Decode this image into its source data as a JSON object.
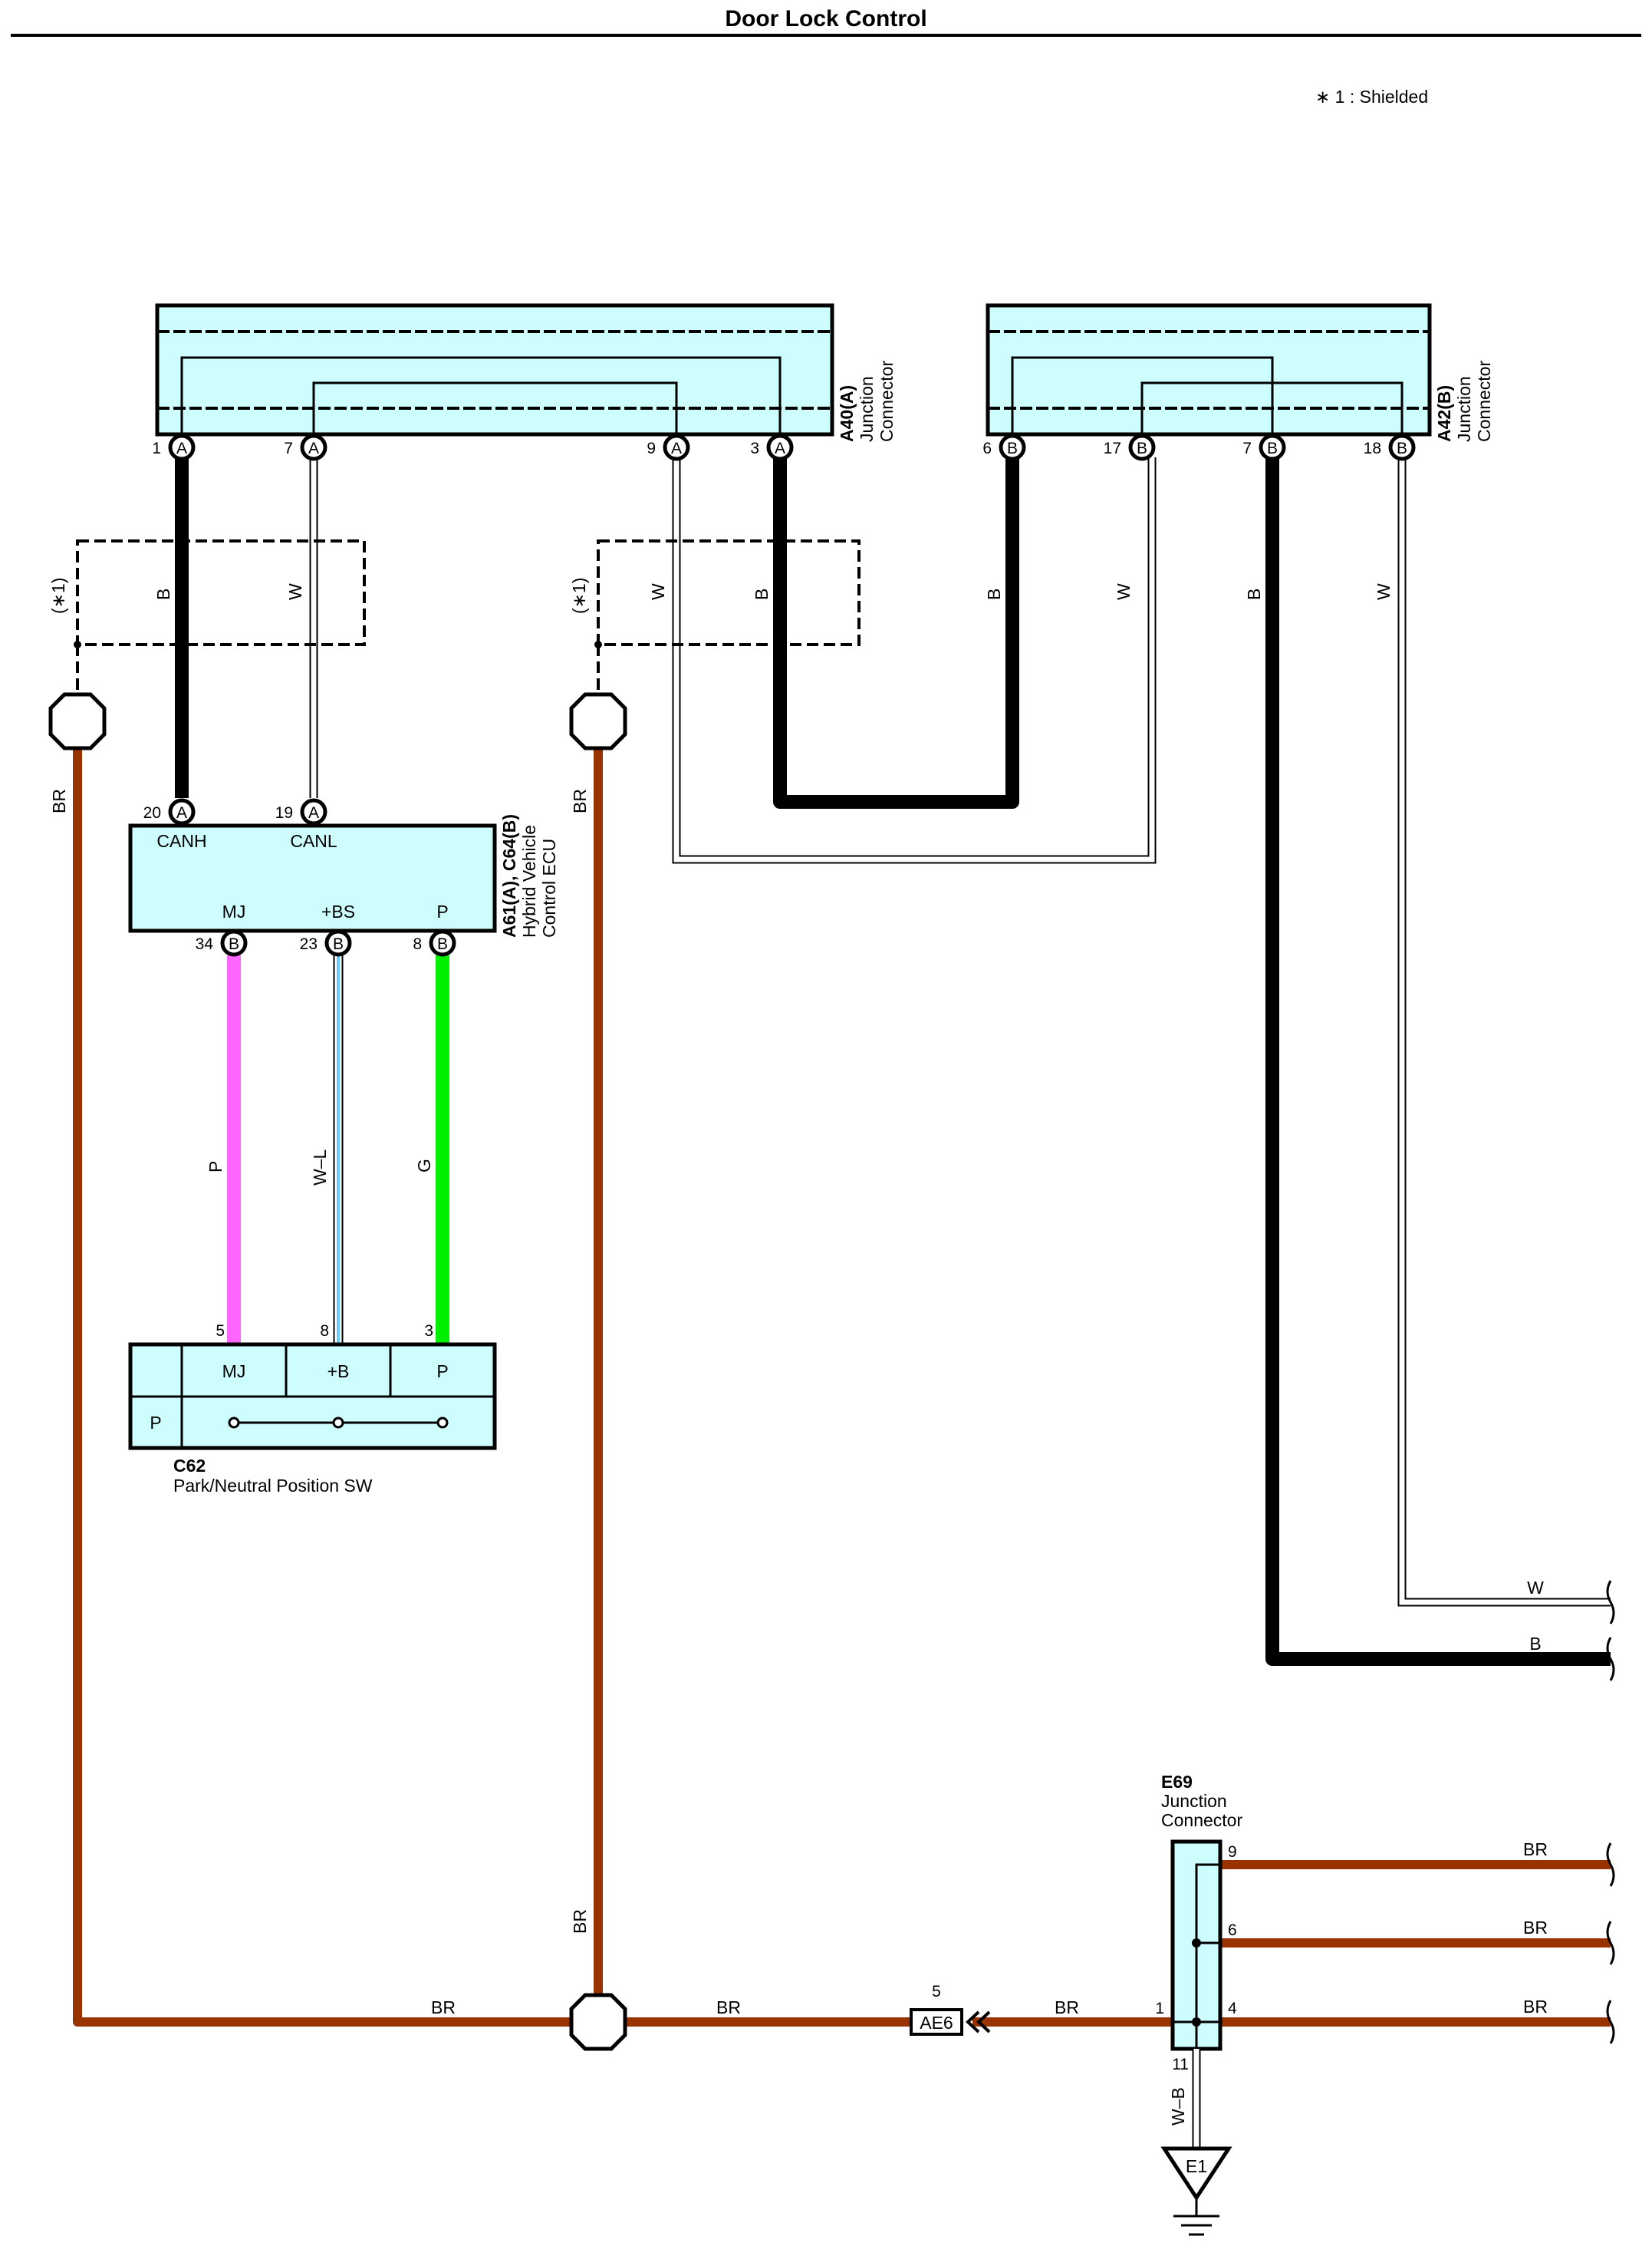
{
  "title": "Door Lock Control",
  "note": "∗ 1 : Shielded",
  "shield_label": "(∗1)",
  "colors": {
    "connector_fill": "#cdfdfd",
    "wire_black": "#000000",
    "wire_brown": "#993300",
    "wire_pink": "#ff66ff",
    "wire_green": "#00ee00",
    "wire_light_blue": "#66ccff"
  },
  "connectors": {
    "a40": {
      "code": "A40(A)",
      "line1": "Junction",
      "line2": "Connector",
      "pins": [
        {
          "num": "1",
          "letter": "A"
        },
        {
          "num": "7",
          "letter": "A"
        },
        {
          "num": "9",
          "letter": "A"
        },
        {
          "num": "3",
          "letter": "A"
        }
      ]
    },
    "a42": {
      "code": "A42(B)",
      "line1": "Junction",
      "line2": "Connector",
      "pins": [
        {
          "num": "6",
          "letter": "B"
        },
        {
          "num": "17",
          "letter": "B"
        },
        {
          "num": "7",
          "letter": "B"
        },
        {
          "num": "18",
          "letter": "B"
        }
      ]
    },
    "ecu": {
      "code": "A61(A), C64(B)",
      "line1": "Hybrid Vehicle",
      "line2": "Control ECU",
      "top_pins": [
        {
          "num": "20",
          "letter": "A",
          "term": "CANH"
        },
        {
          "num": "19",
          "letter": "A",
          "term": "CANL"
        }
      ],
      "bottom_pins": [
        {
          "num": "34",
          "letter": "B",
          "term": "MJ"
        },
        {
          "num": "23",
          "letter": "B",
          "term": "+BS"
        },
        {
          "num": "8",
          "letter": "B",
          "term": "P"
        }
      ]
    },
    "c62": {
      "code": "C62",
      "name": "Park/Neutral Position SW",
      "row_label": "P",
      "terminals": [
        {
          "num": "5",
          "term": "MJ"
        },
        {
          "num": "8",
          "term": "+B"
        },
        {
          "num": "3",
          "term": "P"
        }
      ]
    },
    "e69": {
      "code": "E69",
      "line1": "Junction",
      "line2": "Connector",
      "pins": [
        "9",
        "6",
        "1",
        "4",
        "11"
      ]
    },
    "ae6": {
      "code": "AE6",
      "pin": "5"
    },
    "e1": {
      "code": "E1"
    }
  },
  "wires": {
    "a40_left": [
      "B",
      "W"
    ],
    "a40_right": [
      "W",
      "B"
    ],
    "a42": [
      "B",
      "W",
      "B",
      "W"
    ],
    "ecu_to_sw": [
      "P",
      "W–L",
      "G"
    ],
    "br": "BR",
    "right_exit_top": [
      "W",
      "B"
    ],
    "e69_outputs": [
      "BR",
      "BR",
      "BR"
    ],
    "ground": "W–B"
  }
}
